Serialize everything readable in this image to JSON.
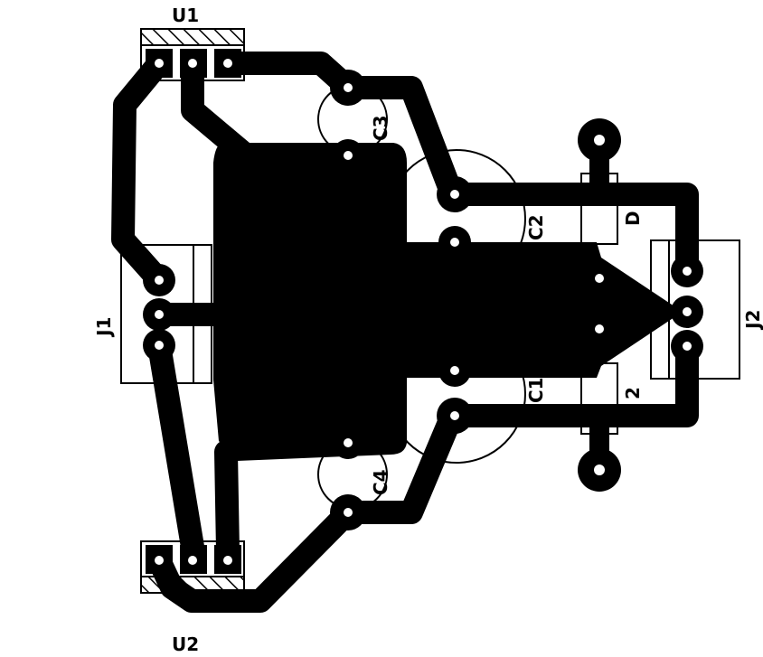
{
  "colors": {
    "copper": "#000000",
    "background": "#ffffff",
    "pad_hole": "#ffffff"
  },
  "components": {
    "u1": {
      "label": "U1"
    },
    "u2": {
      "label": "U2"
    },
    "j1": {
      "label": "J1"
    },
    "j2": {
      "label": "J2"
    },
    "c1": {
      "label": "C1"
    },
    "c2": {
      "label": "C2"
    },
    "c3": {
      "label": "C3"
    },
    "c4": {
      "label": "C4"
    },
    "d1": {
      "label": "D"
    },
    "d2": {
      "label": "2"
    }
  }
}
